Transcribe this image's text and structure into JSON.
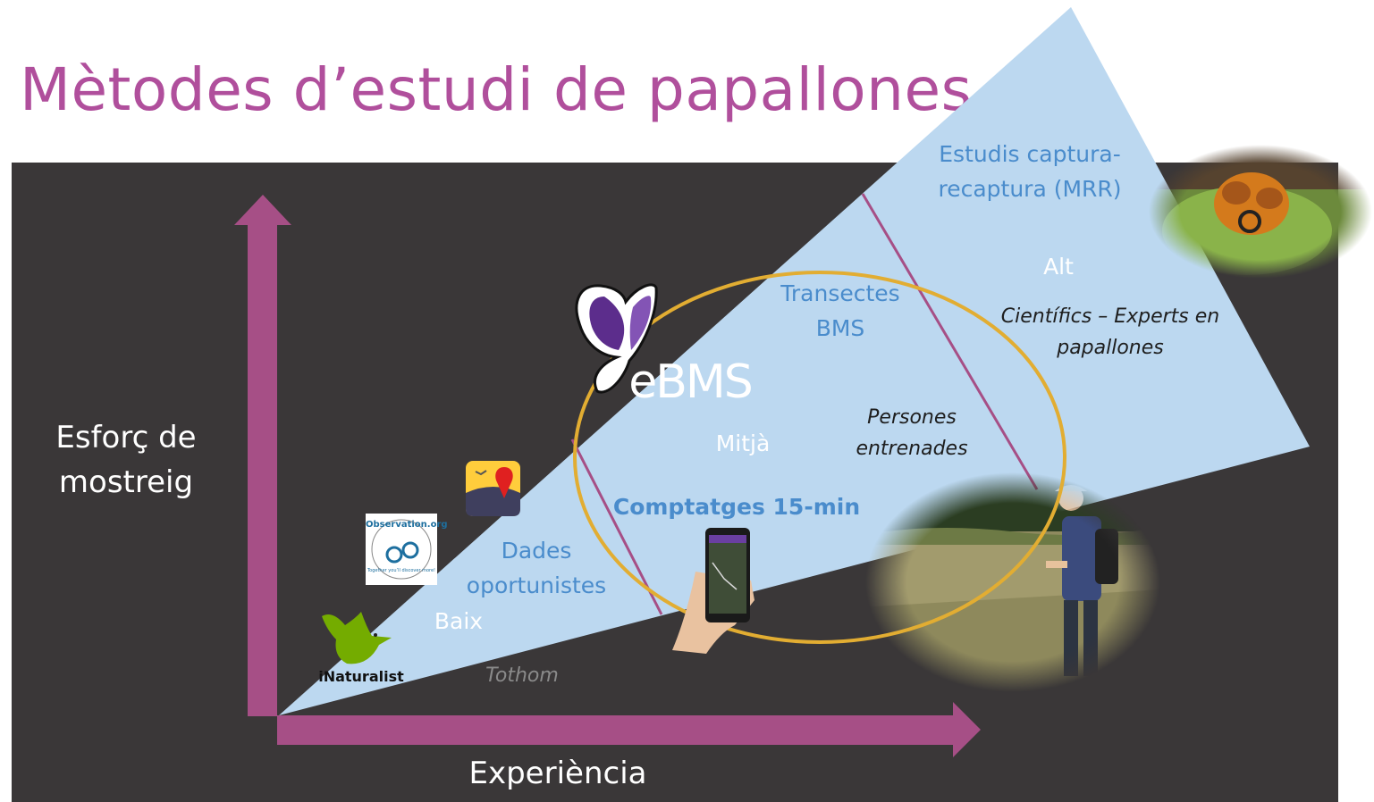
{
  "title": "Mètodes d’estudi de papallones",
  "axes": {
    "y_label_line1": "Esforç de",
    "y_label_line2": "mostreig",
    "x_label": "Experiència"
  },
  "levels": {
    "low": "Baix",
    "medium": "Mitjà",
    "high": "Alt"
  },
  "methods": {
    "opportunistic_line1": "Dades",
    "opportunistic_line2": "oportunistes",
    "counts_15min": "Comptatges 15-min",
    "transects_line1": "Transectes",
    "transects_line2": "BMS",
    "mrr_line1": "Estudis captura-",
    "mrr_line2": "recaptura (MRR)"
  },
  "people": {
    "everyone": "Tothom",
    "trained_line1": "Persones",
    "trained_line2": "entrenades",
    "experts_line1": "Científics – Experts en",
    "experts_line2": "papallones"
  },
  "logos": {
    "inaturalist": "iNaturalist",
    "observation_org": "Observation.org",
    "observation_org_tagline": "Together you’ll discover more!",
    "ebms": "eBMS"
  },
  "colors": {
    "title": "#b04f9c",
    "arrows": "#a64f86",
    "triangle": "#bcd8f0",
    "panel": "#3a3738",
    "ellipse": "#e2ad32",
    "method_text": "#4a8ccc"
  }
}
